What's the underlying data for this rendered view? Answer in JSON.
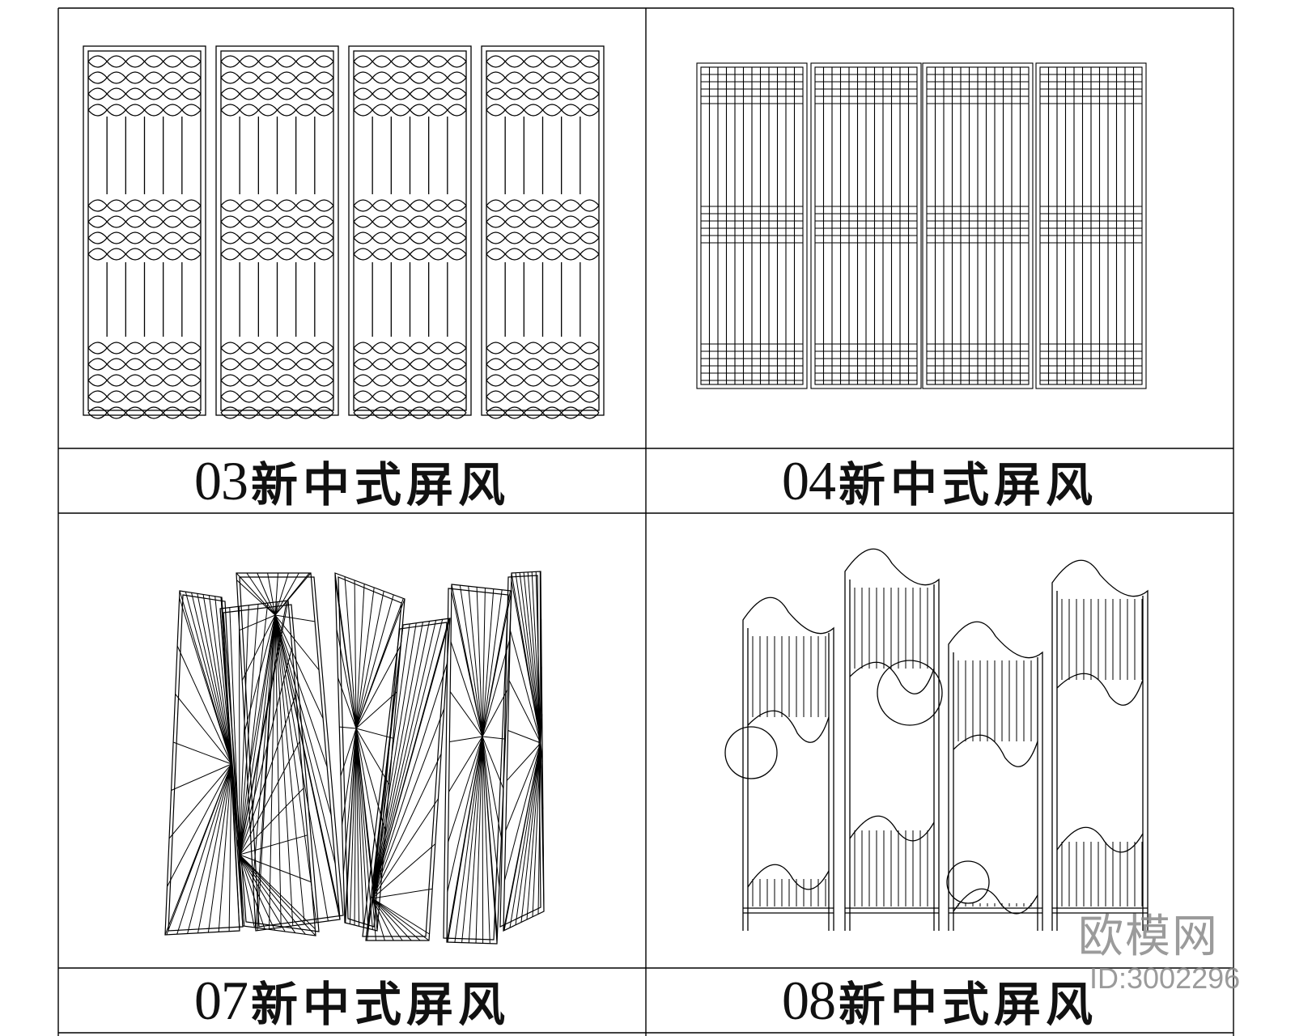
{
  "panels": [
    {
      "number": "03",
      "title": "新中式屏风"
    },
    {
      "number": "04",
      "title": "新中式屏风"
    },
    {
      "number": "07",
      "title": "新中式屏风"
    },
    {
      "number": "08",
      "title": "新中式屏风"
    }
  ],
  "watermark": {
    "logo": "欧模网",
    "id": "ID:3002296"
  }
}
